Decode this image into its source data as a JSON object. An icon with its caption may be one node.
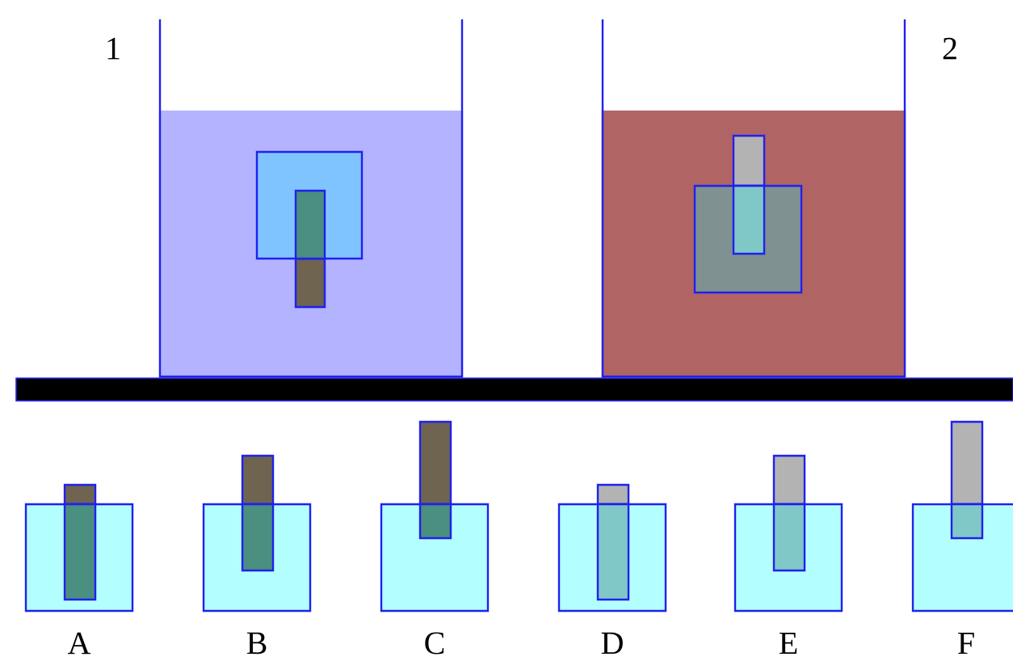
{
  "diagram": {
    "labels": [
      "1",
      "2",
      "A",
      "B",
      "C",
      "D",
      "E",
      "F"
    ]
  }
}
